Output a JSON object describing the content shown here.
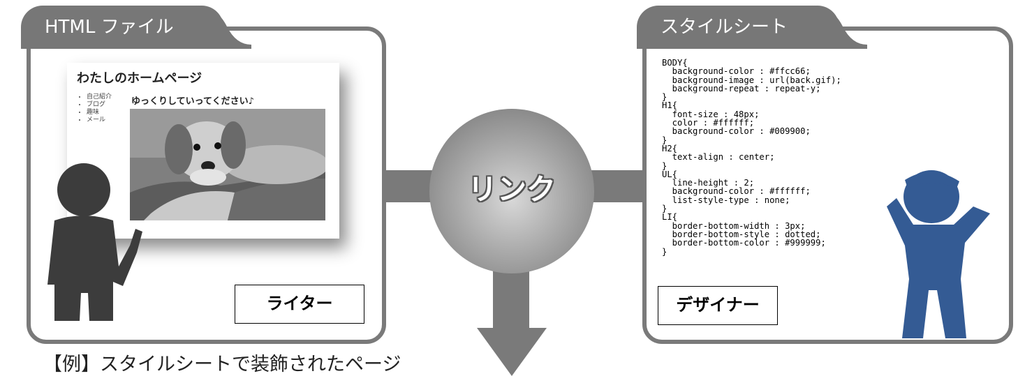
{
  "left_panel": {
    "tab_label": "HTML ファイル",
    "mock_page": {
      "title": "わたしのホームページ",
      "nav_items": [
        "自己紹介",
        "ブログ",
        "趣味",
        "メール"
      ],
      "subtitle": "ゆっくりしていってください♪"
    },
    "role_label": "ライター"
  },
  "right_panel": {
    "tab_label": "スタイルシート",
    "css_code": "BODY{\n  background-color : #ffcc66;\n  background-image : url(back.gif);\n  background-repeat : repeat-y;\n}\nH1{\n  font-size : 48px;\n  color : #ffffff;\n  background-color : #009900;\n}\nH2{\n  text-align : center;\n}\nUL{\n  line-height : 2;\n  background-color : #ffffff;\n  list-style-type : none;\n}\nLI{\n  border-bottom-width : 3px;\n  border-bottom-style : dotted;\n  border-bottom-color : #999999;\n}",
    "role_label": "デザイナー"
  },
  "center": {
    "link_label": "リンク"
  },
  "caption": "【例】スタイルシートで装飾されたページ",
  "colors": {
    "panel_border": "#7a7a7a",
    "tab_fill": "#777777",
    "writer_figure": "#3c3c3c",
    "designer_figure": "#345b94"
  }
}
